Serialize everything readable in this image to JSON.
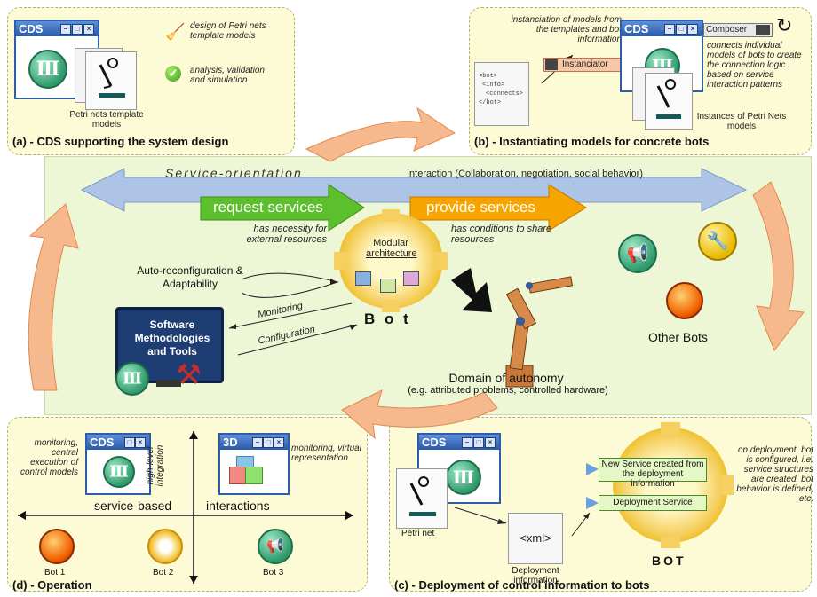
{
  "panel_a": {
    "title": "(a) - CDS supporting the system design",
    "window_title": "CDS",
    "design_text": "design of Petri nets template models",
    "analysis_text": "analysis, validation and simulation",
    "doc_caption": "Petri nets template models"
  },
  "panel_b": {
    "title": "(b) - Instantiating models for concrete bots",
    "instanciation_text": "instanciation of models from the templates and bot information",
    "xml_lines": [
      "<bot>",
      "<info>",
      "<connects>",
      "</bot>"
    ],
    "instanciator_label": "Instanciator",
    "window_title": "CDS",
    "composer_label": "Composer",
    "composer_text": "connects individual models of bots to create the connection logic based on service interaction patterns",
    "instances_caption": "Instances of Petri Nets models"
  },
  "central": {
    "service_orientation": "Service-orientation",
    "interaction": "Interaction (Collaboration, negotiation, social behavior)",
    "request_services": "request services",
    "provide_services": "provide services",
    "request_sub": "has necessity for external resources",
    "provide_sub": "has conditions to share resources",
    "modular": "Modular architecture",
    "auto_reconfig": "Auto-reconfiguration & Adaptability",
    "monitoring": "Monitoring",
    "configuration": "Configuration",
    "bot": "B o t",
    "software_label": "Software Methodologies and Tools",
    "other_bots": "Other Bots",
    "domain_title": "Domain of autonomy",
    "domain_sub": "(e.g. attributed problems, controlled hardware)",
    "colors": {
      "green_arrow": "#5cc02c",
      "orange_arrow": "#f7a400",
      "blue_arrow": "#aec4e6",
      "salmon_arrow": "#f6b98d"
    }
  },
  "panel_c": {
    "title": "(c) - Deployment of control information to bots",
    "window_title": "CDS",
    "petri_net": "Petri net",
    "xml_label": "<xml>",
    "deployment_info": "Deployment information",
    "new_service": "New Service created from the deployment information",
    "deployment_service": "Deployment Service",
    "bot_label": "BOT",
    "side_text": "on deployment, bot is configured, i.e. service structures are created, bot behavior is defined, etc."
  },
  "panel_d": {
    "title": "(d) - Operation",
    "monitoring_central": "monitoring, central execution of control models",
    "cds_title": "CDS",
    "high_level": "high-level integration",
    "three_d_title": "3D",
    "monitoring_virtual": "monitoring, virtual representation",
    "service_based": "service-based",
    "interactions": "interactions",
    "bot1": "Bot 1",
    "bot2": "Bot 2",
    "bot3": "Bot 3"
  }
}
